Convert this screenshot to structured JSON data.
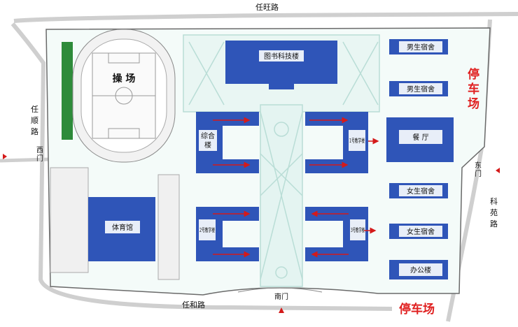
{
  "roads": {
    "north": "任旺路",
    "west": "任顺路",
    "south": "任和路",
    "east": "科苑路"
  },
  "gates": {
    "west": "西门",
    "east": "东门",
    "south": "南门"
  },
  "buildings": {
    "playground": "操  场",
    "library": "图书科技楼",
    "complex": "综合楼",
    "building_1": "1号教学楼",
    "building_2": "2号教学楼",
    "building_3": "3号教学楼",
    "gym": "体育馆",
    "canteen": "餐  厅",
    "office": "办公楼",
    "male_dorm_1": "男生宿舍",
    "male_dorm_2": "男生宿舍",
    "female_dorm_1": "女生宿舍",
    "female_dorm_2": "女生宿舍"
  },
  "parking": {
    "east": "停车场",
    "south": "停车场"
  },
  "colors": {
    "building_blue": "#2f55b8",
    "label_box": "#e8eef8",
    "path_light": "#dff1ee",
    "road_gray": "#dcdcdc",
    "arrow_red": "#d41a1a",
    "parking_red": "#e02020",
    "field_green": "#2e8b3a"
  }
}
